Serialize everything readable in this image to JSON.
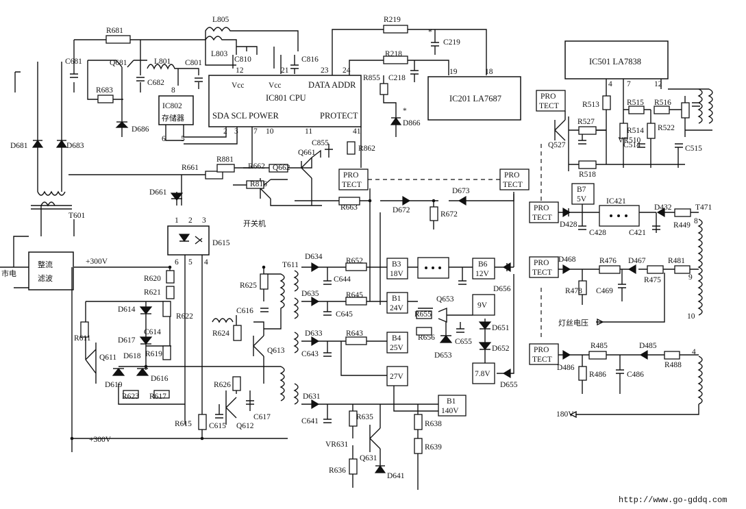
{
  "ic": {
    "ic801_line1": "Vcc",
    "ic801_vcc2": "Vcc",
    "ic801_data_addr": "DATA  ADDR",
    "ic801_name": "IC801  CPU",
    "ic801_bus": "SDA  SCL  POWER",
    "ic801_protect": "PROTECT",
    "ic802_name": "IC802",
    "ic802_sub": "存储器",
    "ic201": "IC201  LA7687",
    "ic501": "IC501  LA7838",
    "ic421": "IC421",
    "d615": "D615",
    "rect_line1": "整流",
    "rect_line2": "滤波"
  },
  "pins": {
    "p12": "12",
    "p21": "21",
    "p23": "23",
    "p24": "24",
    "p2": "2",
    "p3": "3",
    "p7": "7",
    "p10": "10",
    "p11": "11",
    "p41": "41",
    "p8": "8",
    "p6": "6",
    "p5": "5",
    "p19": "19",
    "p18": "18",
    "p4": "4",
    "p7b": "7",
    "p12b": "12",
    "d1": "1",
    "d2": "2",
    "d3": "3",
    "d6": "6",
    "d5": "5",
    "d4": "4",
    "t8": "8",
    "t9": "9",
    "t10": "10",
    "t4": "4"
  },
  "protect": {
    "line1": "PRO",
    "line2": "TECT"
  },
  "labels": {
    "l805": "L805",
    "l803": "L803",
    "l801": "L801",
    "c810": "C810",
    "c816": "C816",
    "r681": "R681",
    "c681": "C681",
    "q681": "Q681",
    "c682": "C682",
    "c801": "C801",
    "r683": "R683",
    "d686": "D686",
    "r219": "R219",
    "c219": "C219",
    "r218": "R218",
    "c218": "C218",
    "r855": "R855",
    "d866": "D866",
    "c855": "C855",
    "r862": "R862",
    "q661": "Q661",
    "r881": "R881",
    "r661": "R661",
    "r662": "R662",
    "q662": "Q662",
    "r816": "R816",
    "d661": "D661",
    "r663": "R663",
    "d672": "D672",
    "d673": "D673",
    "r672": "R672",
    "d681": "D681",
    "d683": "D683",
    "t601": "T601",
    "mains": "市电",
    "plus300": "+300V",
    "plus300b": "+300V",
    "kaiguanji": "开关机",
    "r620": "R620",
    "r621": "R621",
    "r622": "R622",
    "d614": "D614",
    "r611": "R611",
    "d617": "D617",
    "c614": "C614",
    "r619": "R619",
    "q611": "Q611",
    "d618": "D618",
    "d616": "D616",
    "d619": "D619",
    "r623": "R623",
    "r617": "R617",
    "r615": "R615",
    "c615": "C615",
    "r626": "R626",
    "q612": "Q612",
    "c617": "C617",
    "r624": "R624",
    "q613": "Q613",
    "r625": "R625",
    "c616": "C616",
    "t611": "T611",
    "d634": "D634",
    "r652": "R652",
    "c644": "C644",
    "d635": "D635",
    "r645": "R645",
    "c645": "C645",
    "d633": "D633",
    "r643": "R643",
    "c643": "C643",
    "d631": "D631",
    "c641": "C641",
    "r635": "R635",
    "vr631": "VR631",
    "q631": "Q631",
    "r636": "R636",
    "d641": "D641",
    "r638": "R638",
    "r639": "R639",
    "r655": "R655",
    "q653": "Q653",
    "r656": "R656",
    "c655": "C655",
    "d653": "D653",
    "d651": "D651",
    "d652": "D652",
    "d655": "D655",
    "d656": "D656",
    "r513": "R513",
    "q527": "Q527",
    "r527": "R527",
    "vr510": "VR510",
    "r518": "R518",
    "r515": "R515",
    "r516": "R516",
    "r514": "R514",
    "r522": "R522",
    "c514": "C514",
    "c515": "C515",
    "d428": "D428",
    "c428": "C428",
    "c421": "C421",
    "d432": "D432",
    "r449": "R449",
    "t471": "T471",
    "d468": "D468",
    "r476": "R476",
    "d467": "D467",
    "r481": "R481",
    "r478": "R478",
    "c469": "C469",
    "r475": "R475",
    "filament": "灯丝电压",
    "r485": "R485",
    "d485": "D485",
    "d486": "D486",
    "r486": "R486",
    "c486": "C486",
    "r488": "R488",
    "v180": "180V",
    "star1": "*",
    "star2": "*"
  },
  "rails": {
    "b3_1": "B3",
    "b3_2": "18V",
    "b1_1": "B1",
    "b1_2": "24V",
    "b4_1": "B4",
    "b4_2": "25V",
    "v27": "27V",
    "b1h_1": "B1",
    "b1h_2": "140V",
    "b6_1": "B6",
    "b6_2": "12V",
    "v9": "9V",
    "v78": "7.8V",
    "b7_1": "B7",
    "b7_2": "5V"
  },
  "footer": {
    "url": "http://www.go-gddq.com"
  }
}
